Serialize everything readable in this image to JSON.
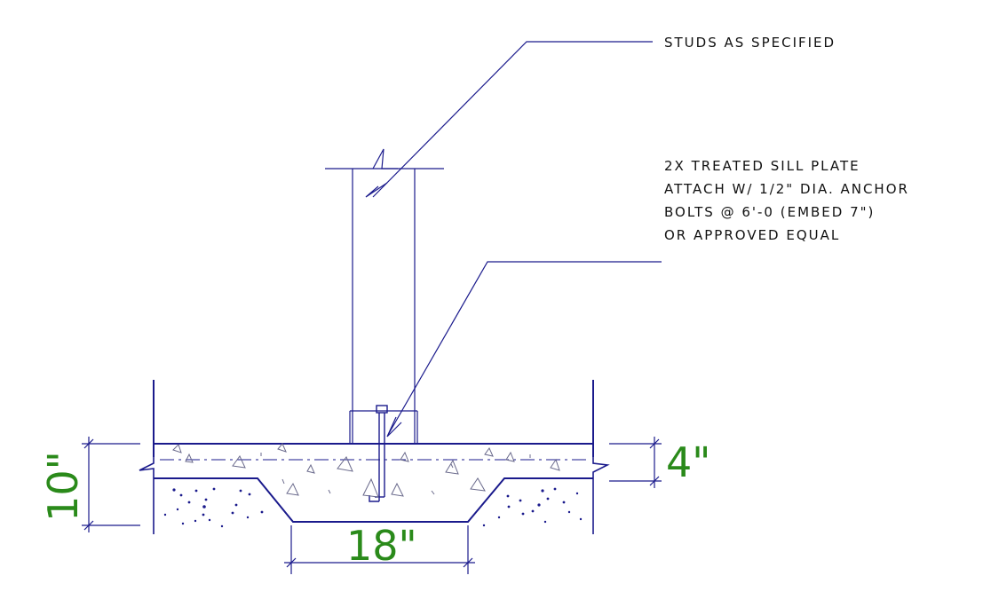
{
  "notes": {
    "studs": "STUDS AS SPECIFIED",
    "sill": [
      "2X  TREATED SILL PLATE",
      "ATTACH W/ 1/2\" DIA. ANCHOR",
      "BOLTS @ 6'-0 (EMBED 7\")",
      "OR APPROVED EQUAL"
    ]
  },
  "dimensions": {
    "total_depth": "10\"",
    "slab_thickness": "4\"",
    "footing_width": "18\""
  },
  "colors": {
    "linework": "#1a1a8c",
    "dimension_text": "#2a8a1a",
    "note_text": "#111111"
  }
}
